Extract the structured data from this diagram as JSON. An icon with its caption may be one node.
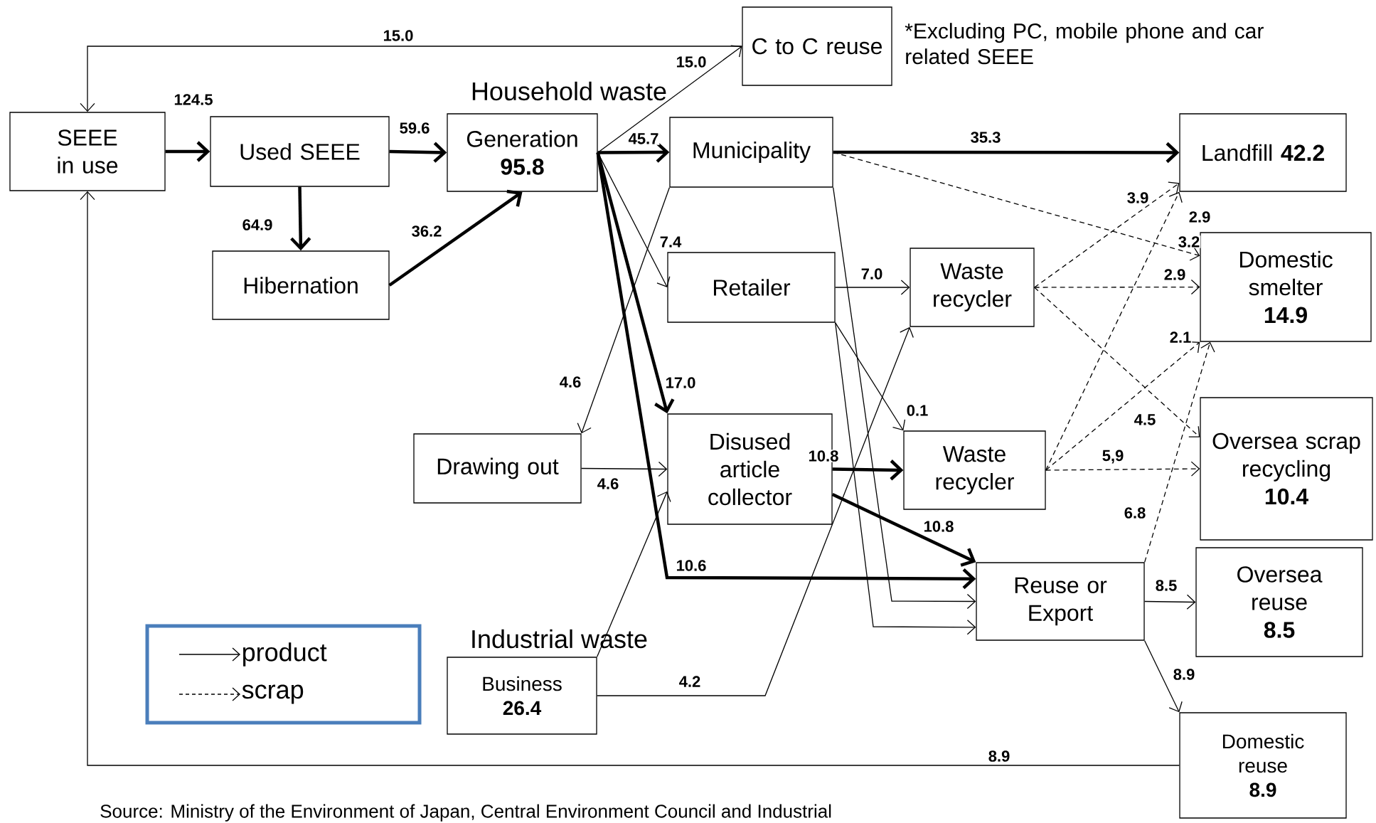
{
  "diagram": {
    "nodes": [
      {
        "text": [
          "SEEE in use"
        ]
      },
      {
        "text": [
          "Used SEEE"
        ]
      },
      {
        "text": [
          "Hibernation"
        ]
      },
      {
        "text": [
          "Generation",
          "95.8"
        ]
      },
      {
        "text": [
          "C to C reuse"
        ]
      },
      {
        "text": [
          "Municipality"
        ]
      },
      {
        "text": [
          "Retailer"
        ]
      },
      {
        "text": [
          "Drawing out"
        ]
      },
      {
        "text": [
          "Disused article collector"
        ]
      },
      {
        "text": [
          "Waste recycler"
        ]
      },
      {
        "text": [
          "Waste recycler"
        ]
      },
      {
        "text": [
          "Reuse or Export"
        ]
      },
      {
        "text": [
          "Business",
          "26.4"
        ]
      },
      {
        "text": [
          "Landfill **42.2**"
        ]
      },
      {
        "text": [
          "Domestic smelter",
          "14.9"
        ]
      },
      {
        "text": [
          "Oversea scrap recycling",
          "10.4"
        ]
      },
      {
        "text": [
          "Oversea reuse",
          "8.5"
        ]
      },
      {
        "text": [
          "Domestic reuse",
          "8.9"
        ]
      }
    ],
    "edges": [
      {
        "from": 0,
        "to": 1,
        "arrow": "to",
        "label": "124.5",
        "style": "thick"
      },
      {
        "from": 1,
        "to": 3,
        "arrow": "to",
        "label": "59.6",
        "style": "thick"
      },
      {
        "from": 1,
        "to": 2,
        "arrow": "to",
        "label": "64.9",
        "style": "thick"
      },
      {
        "from": 2,
        "to": 3,
        "arrow": "to",
        "label": "36.2",
        "style": "thick"
      },
      {
        "from": 3,
        "to": 4,
        "arrow": "to",
        "label": "15.0"
      },
      {
        "from": 4,
        "to": 0,
        "arrow": "to",
        "label": "15.0"
      },
      {
        "from": 3,
        "to": 5,
        "arrow": "to",
        "label": "45.7",
        "style": "thick"
      },
      {
        "from": 3,
        "to": 6,
        "arrow": "to",
        "label": "7.4"
      },
      {
        "from": 3,
        "to": 8,
        "arrow": "to",
        "label": "17.0",
        "style": "thick"
      },
      {
        "from": 3,
        "to": 11,
        "arrow": "to",
        "label": "10.6",
        "style": "thick"
      },
      {
        "from": 5,
        "to": 13,
        "arrow": "to",
        "label": "35.3",
        "style": "thick"
      },
      {
        "from": 5,
        "to": 14,
        "arrow": "to",
        "label": "3.2",
        "style": "dashed"
      },
      {
        "from": 5,
        "to": 7,
        "arrow": "to",
        "label": "4.6"
      },
      {
        "from": 5,
        "to": 11,
        "arrow": "to"
      },
      {
        "from": 6,
        "to": 9,
        "arrow": "to",
        "label": "7.0"
      },
      {
        "from": 6,
        "to": 10,
        "arrow": "to",
        "label": "0.1"
      },
      {
        "from": 6,
        "to": 11,
        "arrow": "to"
      },
      {
        "from": 7,
        "to": 8,
        "arrow": "to",
        "label": "4.6"
      },
      {
        "from": 8,
        "to": 10,
        "arrow": "to",
        "label": "10.8",
        "style": "thick"
      },
      {
        "from": 8,
        "to": 11,
        "arrow": "to",
        "label": "10.8",
        "style": "thick"
      },
      {
        "from": 12,
        "to": 9,
        "arrow": "to",
        "label": "4.2"
      },
      {
        "from": 12,
        "to": 8,
        "arrow": "to"
      },
      {
        "from": 9,
        "to": 13,
        "arrow": "to",
        "label": "3.9",
        "style": "dashed"
      },
      {
        "from": 9,
        "to": 14,
        "arrow": "to",
        "label": "2.9",
        "style": "dashed"
      },
      {
        "from": 9,
        "to": 15,
        "arrow": "to",
        "label": "4.5",
        "style": "dashed"
      },
      {
        "from": 10,
        "to": 13,
        "arrow": "to",
        "label": "2.9",
        "style": "dashed"
      },
      {
        "from": 10,
        "to": 14,
        "arrow": "to",
        "label": "2.1",
        "style": "dashed"
      },
      {
        "from": 10,
        "to": 15,
        "arrow": "to",
        "label": "5,9",
        "style": "dashed"
      },
      {
        "from": 11,
        "to": 14,
        "arrow": "to",
        "label": "6.8",
        "style": "dashed"
      },
      {
        "from": 11,
        "to": 16,
        "arrow": "to",
        "label": "8.5"
      },
      {
        "from": 11,
        "to": 17,
        "arrow": "to",
        "label": "8.9"
      },
      {
        "from": 17,
        "to": 0,
        "arrow": "to",
        "label": "8.9"
      }
    ],
    "labels": [
      "*Excluding PC, mobile phone and car related SEEE",
      "Household waste",
      "Industrial waste",
      "Source: Ministry of the Environment of Japan, Central Environment Council and Industrial"
    ],
    "legend": [
      {
        "text": "product"
      },
      {
        "text": "scrap"
      }
    ]
  }
}
